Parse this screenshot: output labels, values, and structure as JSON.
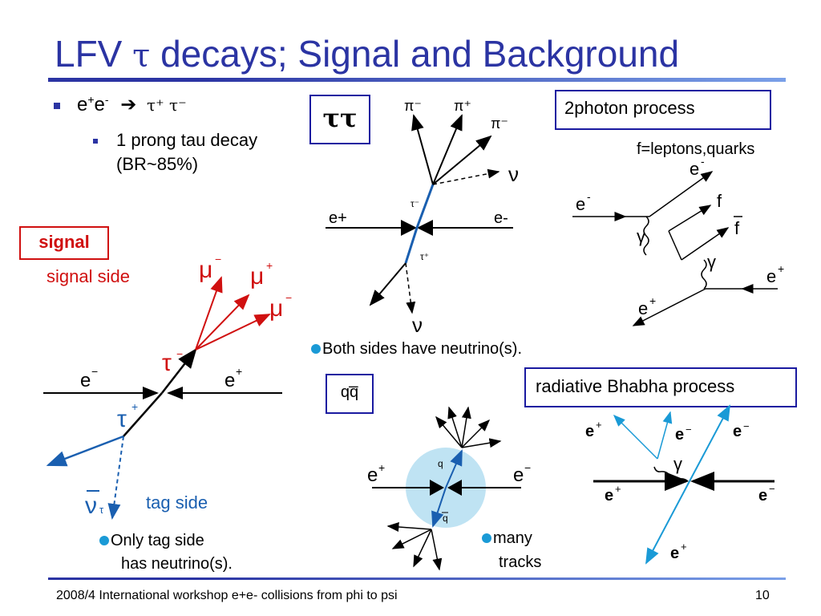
{
  "title": {
    "prefix": "LFV ",
    "tau": "τ",
    "suffix": " decays; Signal and Background"
  },
  "bullets": {
    "main_e1": "e",
    "main_sup1": "+",
    "main_e2": "e",
    "main_sup2": "-",
    "main_arrow": "➔",
    "main_taus": "τ⁺ τ⁻",
    "sub_line1": "1 prong tau decay",
    "sub_line2": "(BR~85%)"
  },
  "signal": {
    "box_label": "signal",
    "side_label": "signal side",
    "tag_label": "tag side",
    "note_line1": "Only tag side",
    "note_line2": "has neutrino(s)."
  },
  "tautau": {
    "box_label": "ττ",
    "note": "Both sides have neutrino(s)."
  },
  "twophoton": {
    "box_label": "2photon process",
    "subtitle": "f=leptons,quarks"
  },
  "qq": {
    "box_label": "qq̅",
    "note_line1": "many",
    "note_line2": "tracks"
  },
  "bhabha": {
    "box_label": "radiative Bhabha process"
  },
  "footer": {
    "text": "2008/4 International workshop e+e- collisions from phi to psi",
    "page": "10"
  },
  "colors": {
    "title_blue": "#2b34a3",
    "signal_red": "#d01010",
    "tag_blue": "#1a5fb0",
    "accent_cyan": "#1a9ad6"
  }
}
